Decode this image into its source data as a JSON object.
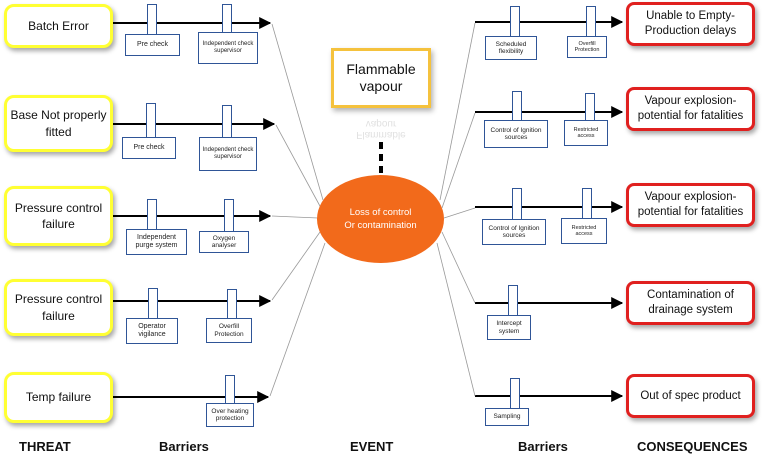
{
  "threats": [
    {
      "label": "Batch Error"
    },
    {
      "label": "Base Not properly fitted"
    },
    {
      "label": "Pressure control failure"
    },
    {
      "label": "Pressure control failure"
    },
    {
      "label": "Temp failure"
    }
  ],
  "left_barriers": [
    [
      "Pre check",
      "Independent check supervisor"
    ],
    [
      "Pre check",
      "Independent check supervisor"
    ],
    [
      "Independent purge system",
      "Oxygen analyser"
    ],
    [
      "Operator vigilance",
      "Overfill Protection"
    ],
    [
      "Over heating protection"
    ]
  ],
  "event": {
    "hazard": "Flammable vapour",
    "top_event_line1": "Loss of control",
    "top_event_line2": "Or contamination"
  },
  "right_barriers": [
    [
      "Scheduled flexibility",
      "Overfill Protection"
    ],
    [
      "Control of Ignition sources",
      "Restricted access"
    ],
    [
      "Control of Ignition sources",
      "Restricted access"
    ],
    [
      "Intercept system"
    ],
    [
      "Sampling"
    ]
  ],
  "consequences": [
    {
      "label": "Unable to Empty- Production delays"
    },
    {
      "label": "Vapour explosion- potential for fatalities"
    },
    {
      "label": "Vapour explosion- potential for fatalities"
    },
    {
      "label": "Contamination of drainage system"
    },
    {
      "label": "Out of spec product"
    }
  ],
  "headers": {
    "threat": "THREAT",
    "barriers_left": "Barriers",
    "event": "EVENT",
    "barriers_right": "Barriers",
    "consequences": "CONSEQUENCES"
  },
  "colors": {
    "threat_border": "#ffff33",
    "consequence_border": "#e0201f",
    "event_border": "#f5c23d",
    "top_event_fill": "#f26a1b",
    "barrier_border": "#2f5597"
  }
}
